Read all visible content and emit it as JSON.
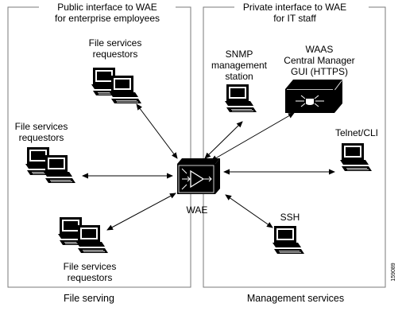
{
  "panels": {
    "left_title_line1": "Public interface to WAE",
    "left_title_line2": "for enterprise employees",
    "left_caption": "File serving",
    "right_title_line1": "Private interface to WAE",
    "right_title_line2": "for IT staff",
    "right_caption": "Management services"
  },
  "nodes": {
    "fs_top_line1": "File services",
    "fs_top_line2": "requestors",
    "fs_left_line1": "File services",
    "fs_left_line2": "requestors",
    "fs_bottom_line1": "File services",
    "fs_bottom_line2": "requestors",
    "wae_label": "WAE",
    "snmp_line1": "SNMP",
    "snmp_line2": "management",
    "snmp_line3": "station",
    "waas_line1": "WAAS",
    "waas_line2": "Central Manager",
    "waas_line3": "GUI (HTTPS)",
    "telnet_label": "Telnet/CLI",
    "ssh_label": "SSH"
  },
  "figure_id": "159089",
  "colors": {
    "line": "#000000",
    "panel_border": "#7a7a7a",
    "device": "#000000",
    "screen": "#ffffff"
  },
  "icons": [
    "workstation-icon",
    "wae-appliance-icon",
    "central-manager-icon"
  ]
}
